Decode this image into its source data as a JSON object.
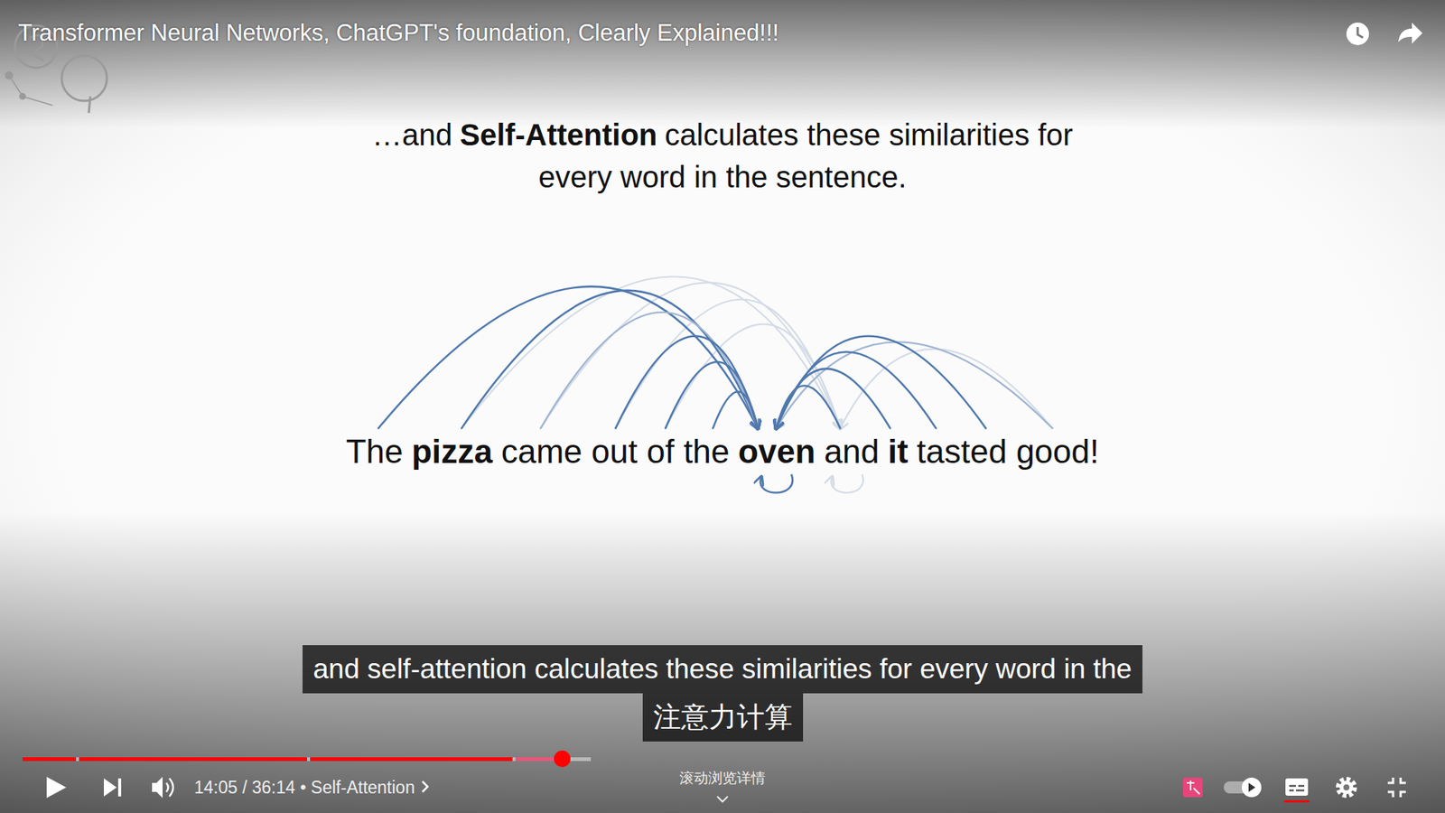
{
  "diagram": {
    "title": "Transformer Neural Networks, ChatGPT's foundation, Clearly Explained!!!",
    "labels": [
      "…and",
      "Self-Attention",
      "calculates these similarities for every word in the sentence.",
      "The",
      "pizza",
      "came out of the",
      "oven",
      "and",
      "it",
      "tasted good!",
      "and self-attention calculates these similarities for every word in the",
      "注意力计算",
      "14:05 / 36:14 • Self-Attention",
      "滚动浏览详情"
    ]
  }
}
